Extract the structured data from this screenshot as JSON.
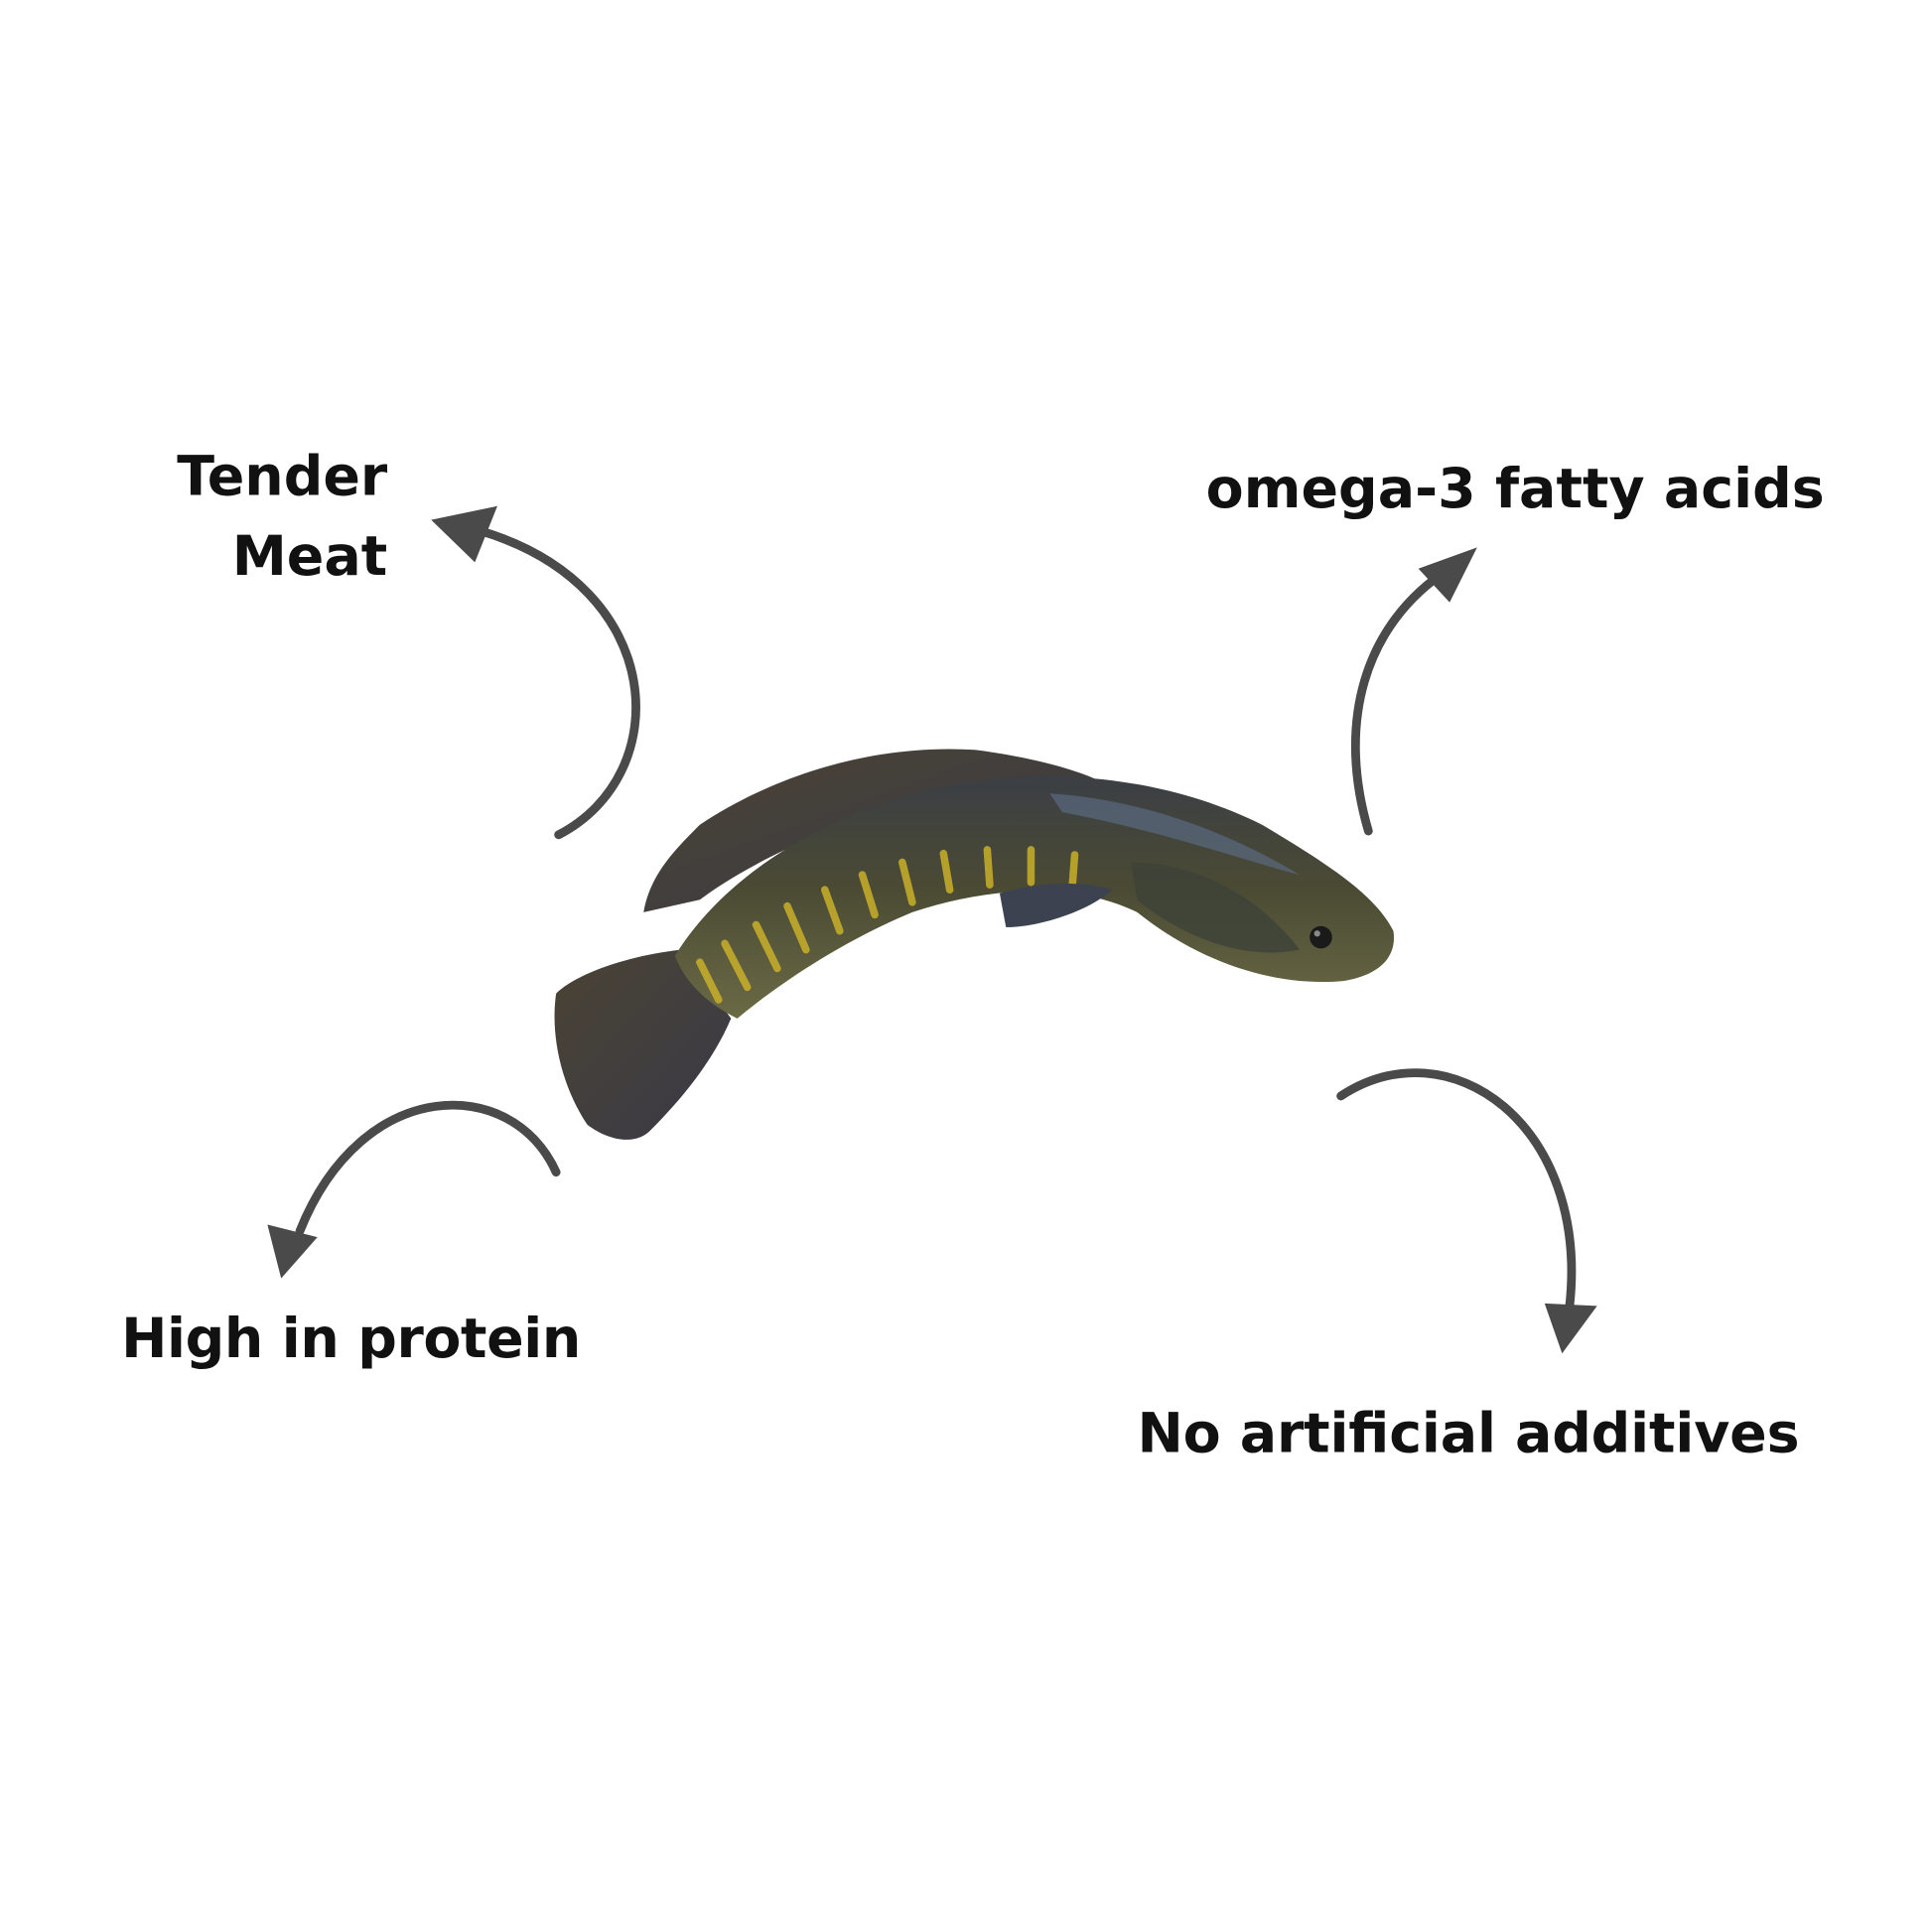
{
  "labels": {
    "tender_line1": "Tender",
    "tender_line2": "Meat",
    "omega": "omega-3 fatty acids",
    "protein": "High in protein",
    "additives": "No artificial additives"
  },
  "colors": {
    "arrow": "#4a4a4a",
    "text": "#111111",
    "background": "#ffffff"
  },
  "image": {
    "subject": "fish"
  }
}
